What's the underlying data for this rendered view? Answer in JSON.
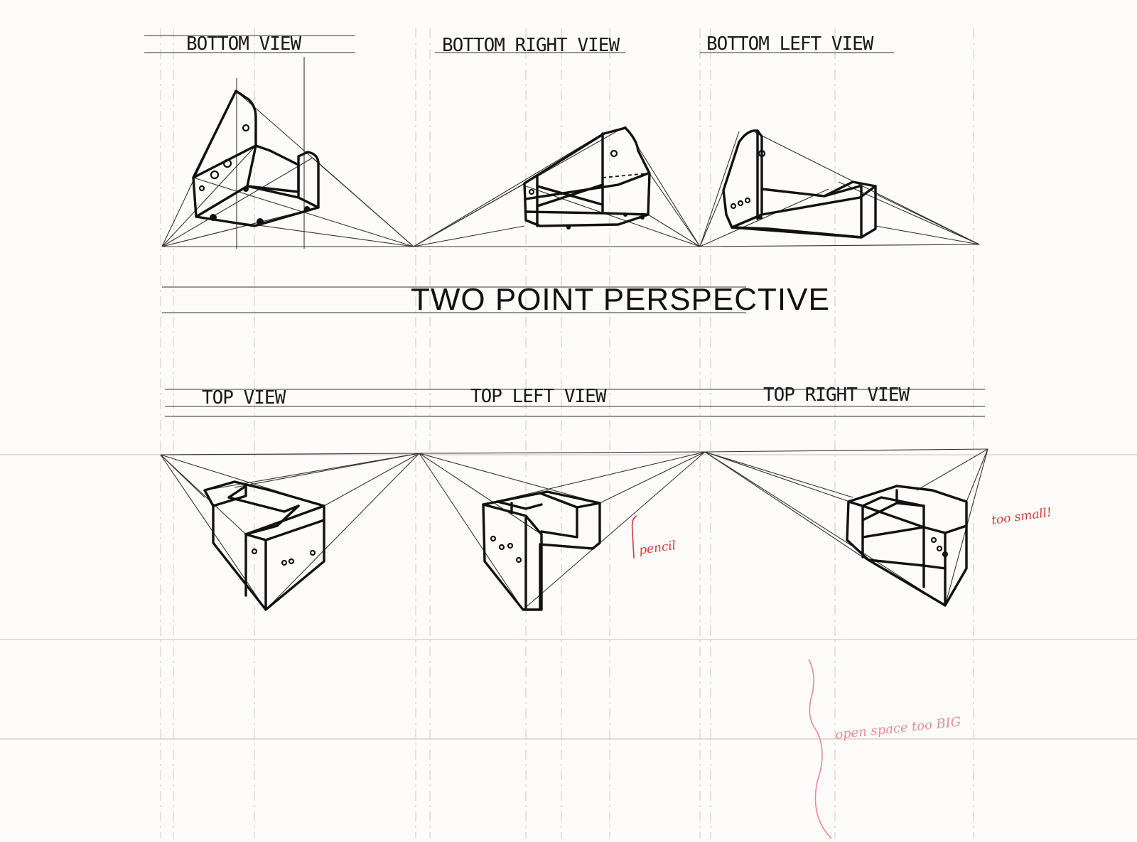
{
  "title": "TWO POINT PERSPECTIVE",
  "views": {
    "bottom": "BOTTOM VIEW",
    "bottom_right": "BOTTOM RIGHT VIEW",
    "bottom_left": "BOTTOM LEFT VIEW",
    "top": "TOP VIEW",
    "top_left": "TOP LEFT VIEW",
    "top_right": "TOP RIGHT VIEW"
  },
  "annotations": {
    "pencil": "pencil",
    "too_small": "too small!",
    "open_space": "open space too BIG"
  },
  "colors": {
    "ink": "#111111",
    "guide": "#d9b6b3",
    "annotation_red": "#d13a3a",
    "annotation_pink": "#e58c94",
    "paper": "#fdfcfa"
  }
}
